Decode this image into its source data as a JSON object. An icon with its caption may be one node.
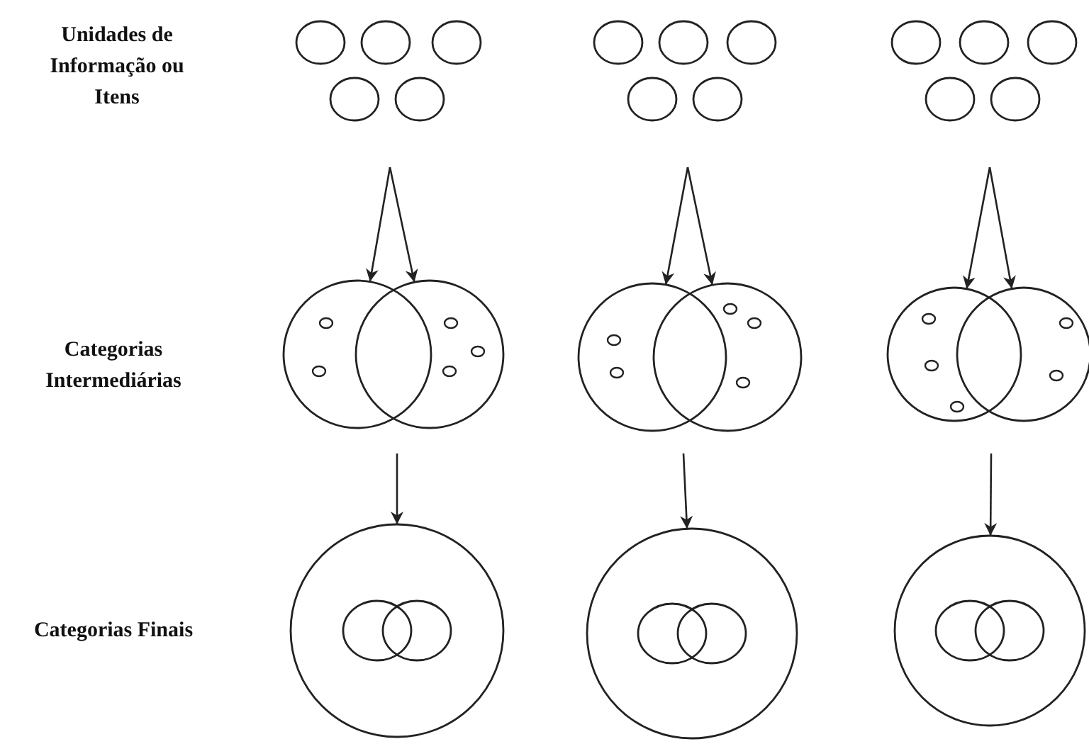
{
  "diagram": {
    "nodes": [
      {
        "text": [],
        "shape": "circle"
      },
      {
        "text": [],
        "shape": "circle"
      },
      {
        "text": [],
        "shape": "circle"
      },
      {
        "text": [],
        "shape": "circle"
      },
      {
        "text": [],
        "shape": "circle"
      },
      {
        "text": [],
        "shape": "circle"
      },
      {
        "text": [],
        "shape": "circle"
      },
      {
        "text": [],
        "shape": "circle"
      },
      {
        "text": [],
        "shape": "circle"
      },
      {
        "text": [],
        "shape": "circle"
      },
      {
        "text": [],
        "shape": "circle"
      },
      {
        "text": [],
        "shape": "circle"
      },
      {
        "text": [],
        "shape": "circle"
      },
      {
        "text": [],
        "shape": "circle"
      },
      {
        "text": [],
        "shape": "circle"
      },
      {
        "text": [],
        "shape": "circle"
      },
      {
        "text": [],
        "shape": "circle"
      },
      {
        "text": [],
        "shape": "circle"
      },
      {
        "text": [],
        "shape": "circle"
      },
      {
        "text": [],
        "shape": "circle"
      },
      {
        "text": [],
        "shape": "circle"
      },
      {
        "text": [],
        "shape": "circle"
      },
      {
        "text": [],
        "shape": "circle",
        "in": 21
      },
      {
        "text": [],
        "shape": "circle",
        "in": 21
      },
      {
        "text": [],
        "shape": "circle"
      },
      {
        "text": [],
        "shape": "circle",
        "in": 24
      },
      {
        "text": [],
        "shape": "circle",
        "in": 24
      },
      {
        "text": [],
        "shape": "circle"
      },
      {
        "text": [],
        "shape": "circle",
        "in": 27
      },
      {
        "text": [],
        "shape": "circle",
        "in": 27
      }
    ],
    "edges": [
      {
        "from": null,
        "to": 15,
        "arrow": "to"
      },
      {
        "from": null,
        "to": 16,
        "arrow": "to"
      },
      {
        "from": null,
        "to": 21,
        "arrow": "to"
      },
      {
        "from": null,
        "to": 17,
        "arrow": "to"
      },
      {
        "from": null,
        "to": 18,
        "arrow": "to"
      },
      {
        "from": null,
        "to": 24,
        "arrow": "to"
      },
      {
        "from": null,
        "to": 19,
        "arrow": "to"
      },
      {
        "from": null,
        "to": 20,
        "arrow": "to"
      },
      {
        "from": null,
        "to": 27,
        "arrow": "to"
      }
    ],
    "labels": [
      "Unidades de Informação ou Itens",
      "Categorias Intermediárias",
      "Categorias Finais"
    ]
  }
}
